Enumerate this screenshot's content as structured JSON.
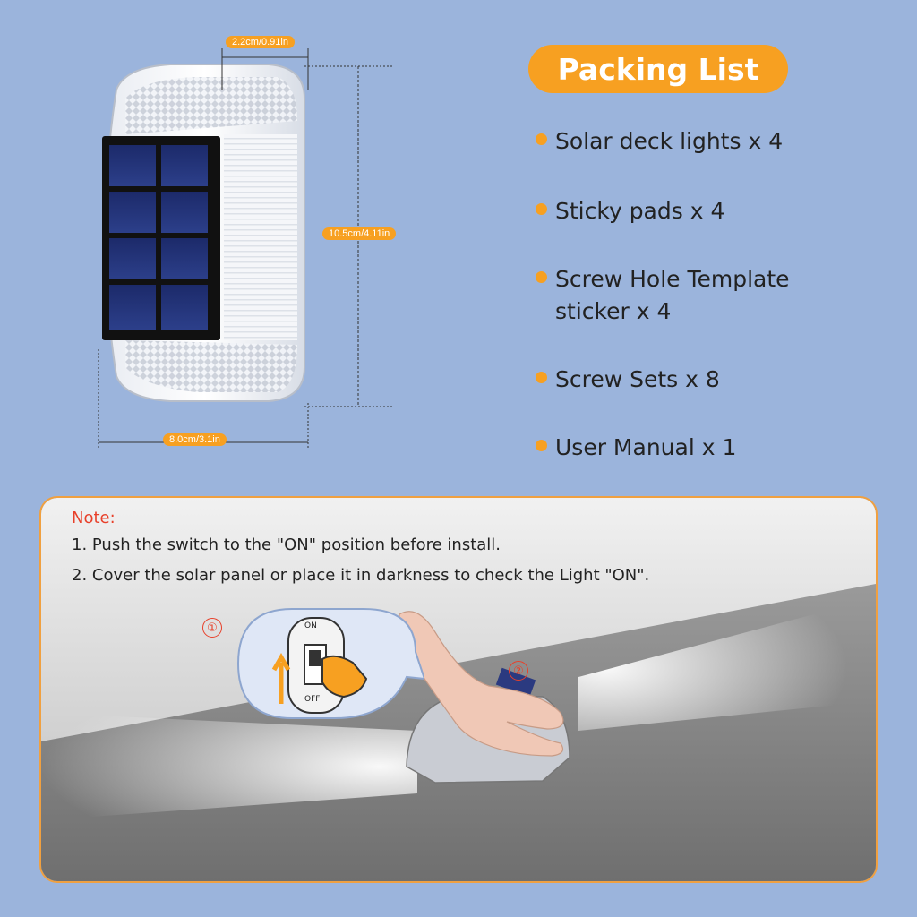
{
  "dimensions": {
    "width_label": "2.2cm/0.91in",
    "height_label": "10.5cm/4.11in",
    "length_label": "8.0cm/3.1in"
  },
  "packing": {
    "title": "Packing List",
    "items": [
      {
        "label": "Solar deck lights x 4"
      },
      {
        "label": "Sticky pads x 4"
      },
      {
        "label": "Screw Hole Template\n sticker x 4"
      },
      {
        "label": "Screw Sets x 8"
      },
      {
        "label": "User Manual x 1"
      }
    ]
  },
  "note": {
    "title": "Note:",
    "lines": [
      "1. Push the switch to the \"ON\" position before install.",
      "2. Cover the solar panel or place it in darkness to check the Light \"ON\"."
    ],
    "step1_marker": "①",
    "step2_marker": "②",
    "switch_on": "ON",
    "switch_off": "OFF"
  },
  "colors": {
    "background": "#9bb4dc",
    "accent": "#f7a021",
    "note_red": "#e8402a"
  }
}
